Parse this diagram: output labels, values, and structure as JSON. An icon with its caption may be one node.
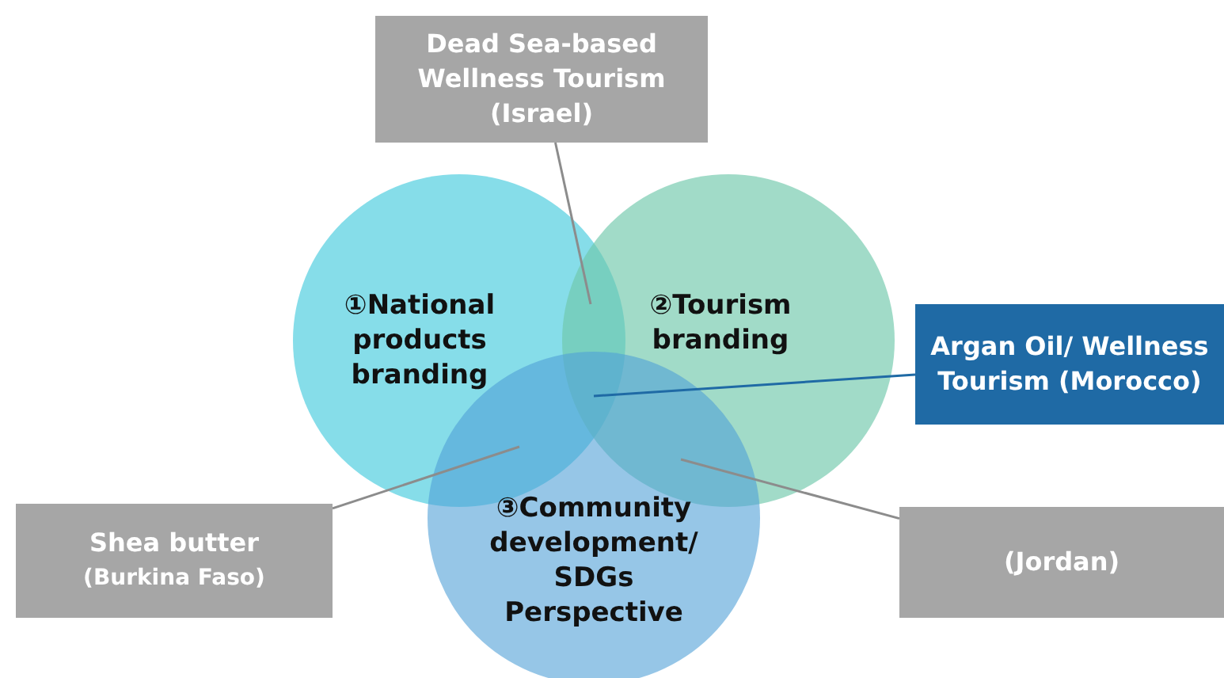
{
  "diagram": {
    "nodes": [
      {
        "text": [
          "Dead Sea-based Wellness Tourism (Israel)"
        ]
      },
      {
        "text": [
          "①National products branding"
        ]
      },
      {
        "text": [
          "②Tourism branding"
        ]
      },
      {
        "text": [
          "Argan Oil/ Wellness Tourism (Morocco)"
        ]
      },
      {
        "text": [
          "Shea butter",
          "(Burkina Faso)"
        ]
      },
      {
        "text": [
          "③Community development/ SDGs Perspective"
        ]
      },
      {
        "text": [
          "(Jordan)"
        ]
      }
    ],
    "edges": [
      {
        "from": 0,
        "to": 1,
        "arrow": "none"
      },
      {
        "from": 3,
        "to": 1,
        "arrow": "none",
        "color": "#1f6aa5"
      },
      {
        "from": 4,
        "to": 1,
        "arrow": "none"
      },
      {
        "from": 6,
        "to": 2,
        "arrow": "none"
      }
    ]
  }
}
